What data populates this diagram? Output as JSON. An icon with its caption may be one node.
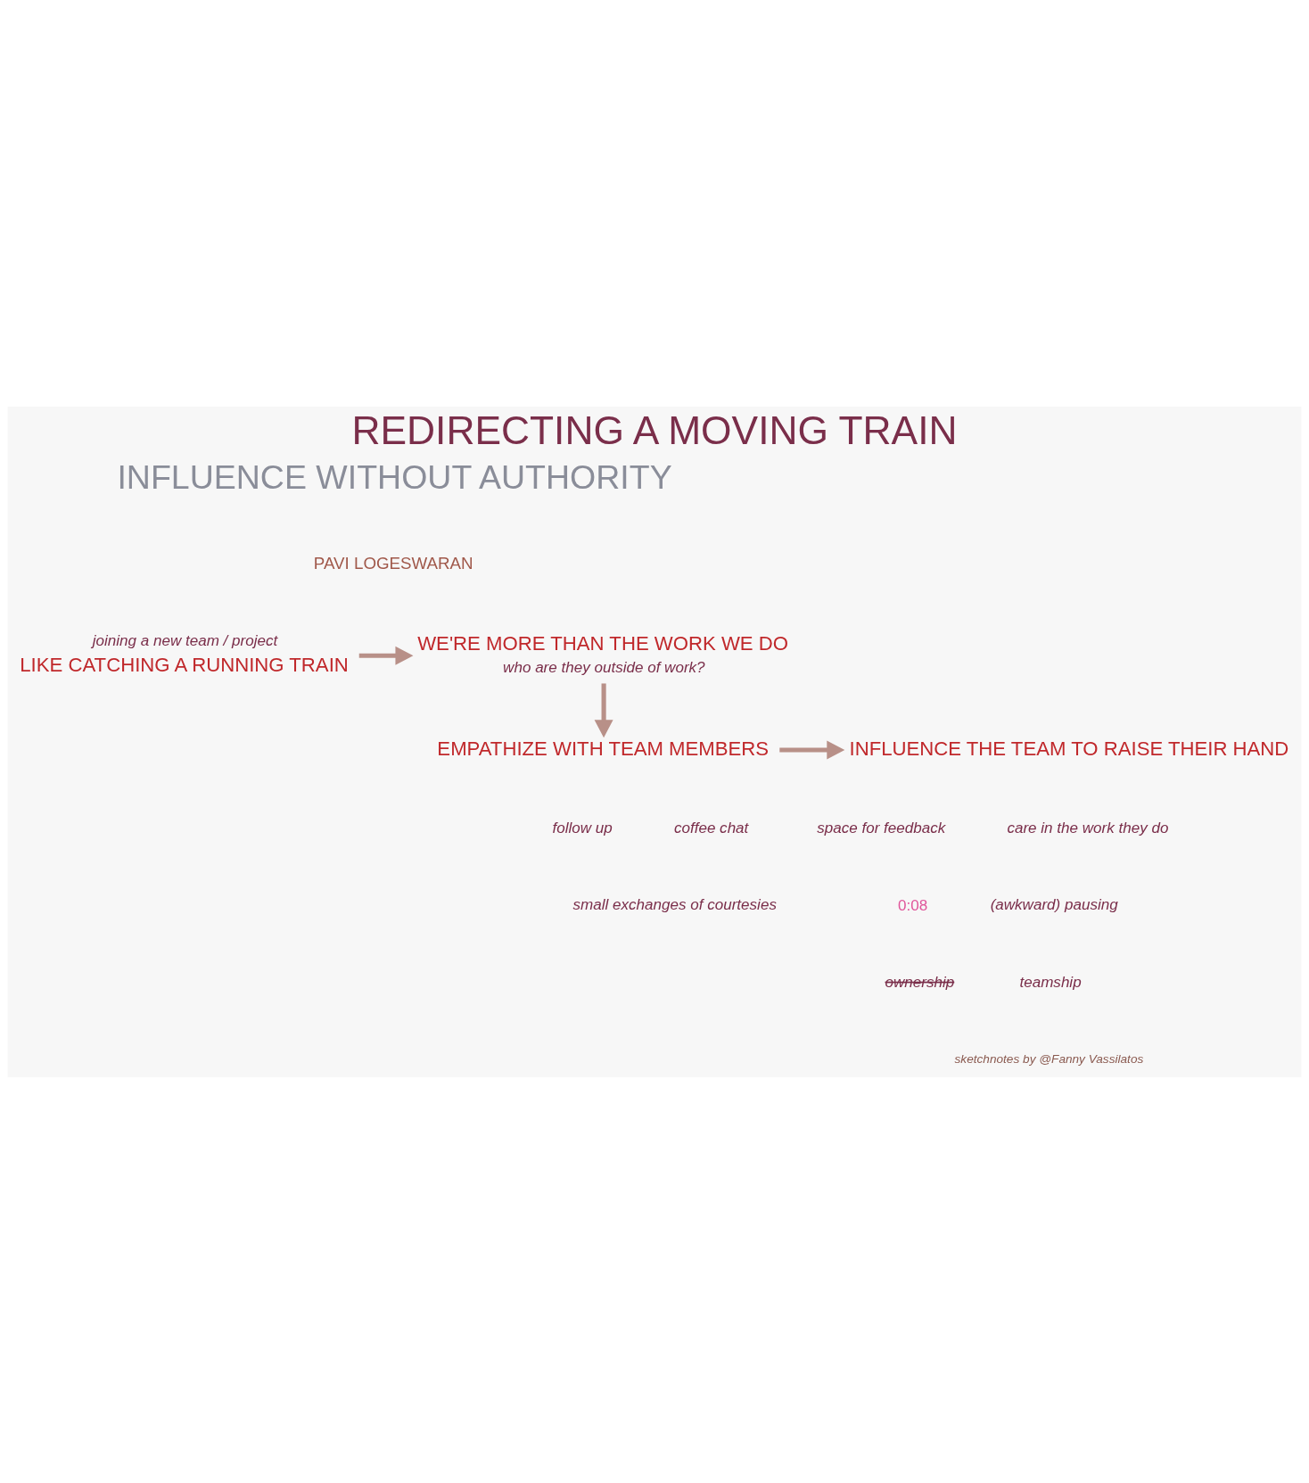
{
  "diagram": {
    "title": "REDIRECTING A MOVING TRAIN",
    "nodes": [
      {
        "text": [
          "joining a new team / project",
          "LIKE CATCHING A RUNNING TRAIN"
        ]
      },
      {
        "text": [
          "WE'RE MORE THAN THE WORK WE DO",
          "who are they outside of work?"
        ]
      },
      {
        "text": [
          "EMPATHIZE WITH TEAM MEMBERS"
        ]
      },
      {
        "text": [
          "INFLUENCE THE TEAM TO RAISE THEIR HAND"
        ]
      }
    ],
    "edges": [
      {
        "from": 0,
        "to": 1,
        "arrow": "to"
      },
      {
        "from": 1,
        "to": 2,
        "arrow": "to"
      },
      {
        "from": 2,
        "to": 3,
        "arrow": "to"
      }
    ],
    "labels": [
      "INFLUENCE WITHOUT AUTHORITY",
      "PAVI LOGESWARAN",
      "follow up",
      "coffee chat",
      "small exchanges of courtesies",
      "space for feedback",
      "care in the work they do",
      "0:08",
      "(awkward) pausing",
      "ownership",
      "teamship",
      "sketchnotes by @Fanny Vassilatos"
    ]
  }
}
